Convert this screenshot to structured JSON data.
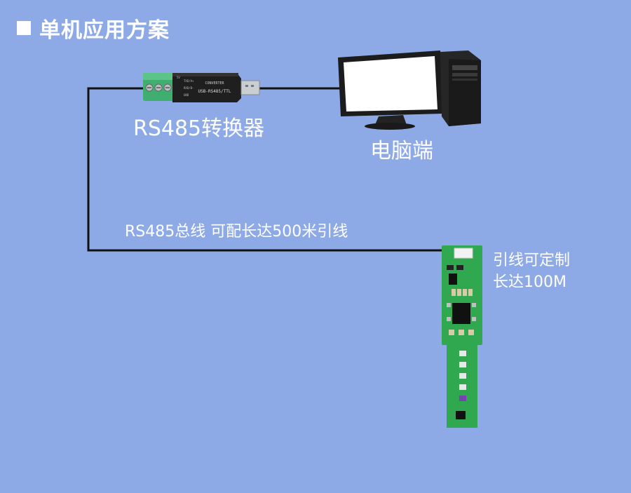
{
  "header": {
    "title": "单机应用方案"
  },
  "labels": {
    "converter": "RS485转换器",
    "pc": "电脑端",
    "bus": "RS485总线 可配长达500米引线",
    "lead_line1": "引线可定制",
    "lead_line2": "长达100M"
  },
  "converter_print": {
    "brand": "USB-RS485/TTL",
    "sub": "CONVERTER",
    "pins": [
      "TXD/A+",
      "RXD/B-",
      "GND"
    ],
    "corner": "5V"
  },
  "colors": {
    "background": "#8eaae6",
    "cable": "#111111",
    "pcb": "#2fa84f",
    "terminal": "#3fae6e",
    "monitor": "#1c1c1c",
    "tower": "#242424"
  }
}
